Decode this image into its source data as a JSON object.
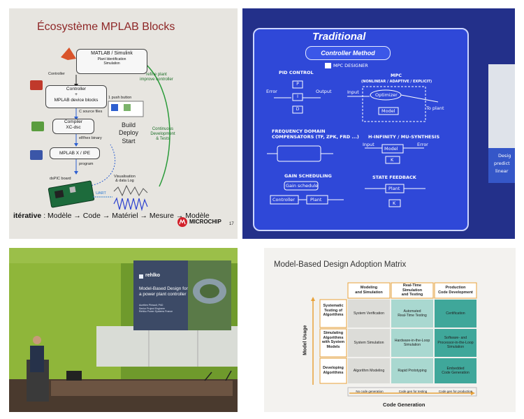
{
  "tile1": {
    "title": "Écosystème MPLAB Blocks",
    "matlab_box": "MATLAB / Simulink",
    "matlab_sub": "Plant Identification\nSimulation",
    "controller_lbl": "Controller",
    "ctrl_box": "Controller\n+\nMPLAB device blocks",
    "c_src": "C source files",
    "compiler_box": "Compiler\nXC-dsc",
    "elf": "elf/hex binary",
    "mplabx_box": "MPLAB X / IPE",
    "program": "program",
    "dspic": "dsPIC board",
    "push": "1 push button",
    "build": "Build\nDeploy\nStart",
    "refine": "refine plant\nimprove controller",
    "cont": "Continuous\nDevelopment\n& Tests",
    "visu": "Visualisation\n& data Log",
    "uart": "UART",
    "iter_bold": "itérative",
    "iter_rest": " : Modèle → Code → Matériel → Mesure → Modèle",
    "brand": "MICROCHIP",
    "page": "17"
  },
  "tile2": {
    "h1": "Traditional",
    "h2": "Controller Method",
    "designer": "MPC DESIGNER",
    "pid": "PID CONTROL",
    "error": "Error",
    "output": "Output",
    "mpc": "MPC",
    "mpc_sub": "(NONLINEAR / ADAPTIVE / EXPLICIT)",
    "input": "Input",
    "optimizer": "Optimizer",
    "model": "Model",
    "to_plant": "To plant",
    "freq": "FREQUENCY DOMAIN\nCOMPENSATORS (TF, ZPK, FRD ...)",
    "hinf": "H-INFINITY / MU-SYNTHESIS",
    "gs": "GAIN SCHEDULING",
    "gain_sched": "Gain schedule",
    "controller": "Controller",
    "plant": "Plant",
    "sf": "STATE FEEDBACK",
    "k": "K",
    "p": "P",
    "i": "I",
    "d": "D",
    "side1": "Desig",
    "side2": "predict",
    "side3": "linear"
  },
  "tile3": {
    "logo": "rehlko",
    "slide_title": "Model-Based Design for\na power plant controller",
    "presenter": "Aurélien Phirault, PhD\nSenior Project Engineer\nRehlko Power Systems France"
  },
  "tile4": {
    "title": "Model-Based Design Adoption Matrix",
    "col1": "Modeling\nand Simulation",
    "col2": "Real-Time\nSimulation\nand Testing",
    "col3": "Production\nCode Development",
    "row1": "Systematic\nTesting of\nAlgorithms",
    "row2": "Simulating\nAlgorithms\nwith System\nModels",
    "row3": "Developing\nAlgorithms",
    "c11": "System Verification",
    "c12": "Automated\nReal-Time Testing",
    "c13": "Certification",
    "c21": "System Simulation",
    "c22": "Hardware-in-the-Loop\nSimulation",
    "c23": "Software- and\nProcessor-in-the-Loop\nSimulation",
    "c31": "Algorithm Modeling",
    "c32": "Rapid Prototyping",
    "c33": "Embedded\nCode Generation",
    "y_axis": "Model Usage",
    "x_axis": "Code Generation",
    "leg1": "No code generation",
    "leg2": "Code gen for testing",
    "leg3": "Code gen for production",
    "teal": "#3fa79a",
    "teal_light": "#a9d8d0",
    "grey": "#dcdcd8",
    "orange": "#e8a23a"
  }
}
